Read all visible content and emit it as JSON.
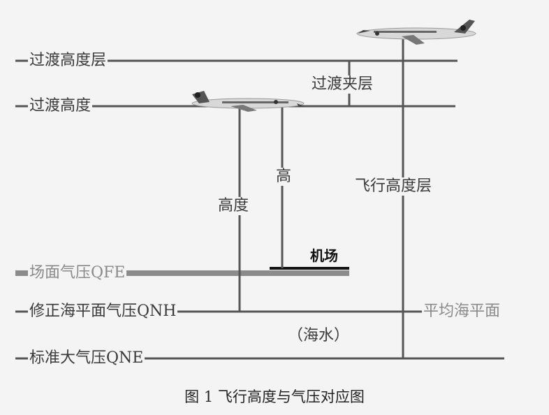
{
  "levels": {
    "transition_level": "过渡高度层",
    "transition_altitude": "过渡高度",
    "qfe": "场面气压QFE",
    "qnh": "修正海平面气压QNH",
    "qne": "标准大气压QNE"
  },
  "annotations": {
    "transition_layer": "过渡夹层",
    "height": "高",
    "altitude": "高度",
    "flight_level": "飞行高度层",
    "airport": "机场",
    "msl": "平均海平面",
    "sea_water": "（海水）"
  },
  "caption": "图 1 飞行高度与气压对应图",
  "colors": {
    "line": "#555555",
    "qfe_bar": "#8c8c8c",
    "runway": "#111111",
    "background": "#f4f4f4"
  }
}
